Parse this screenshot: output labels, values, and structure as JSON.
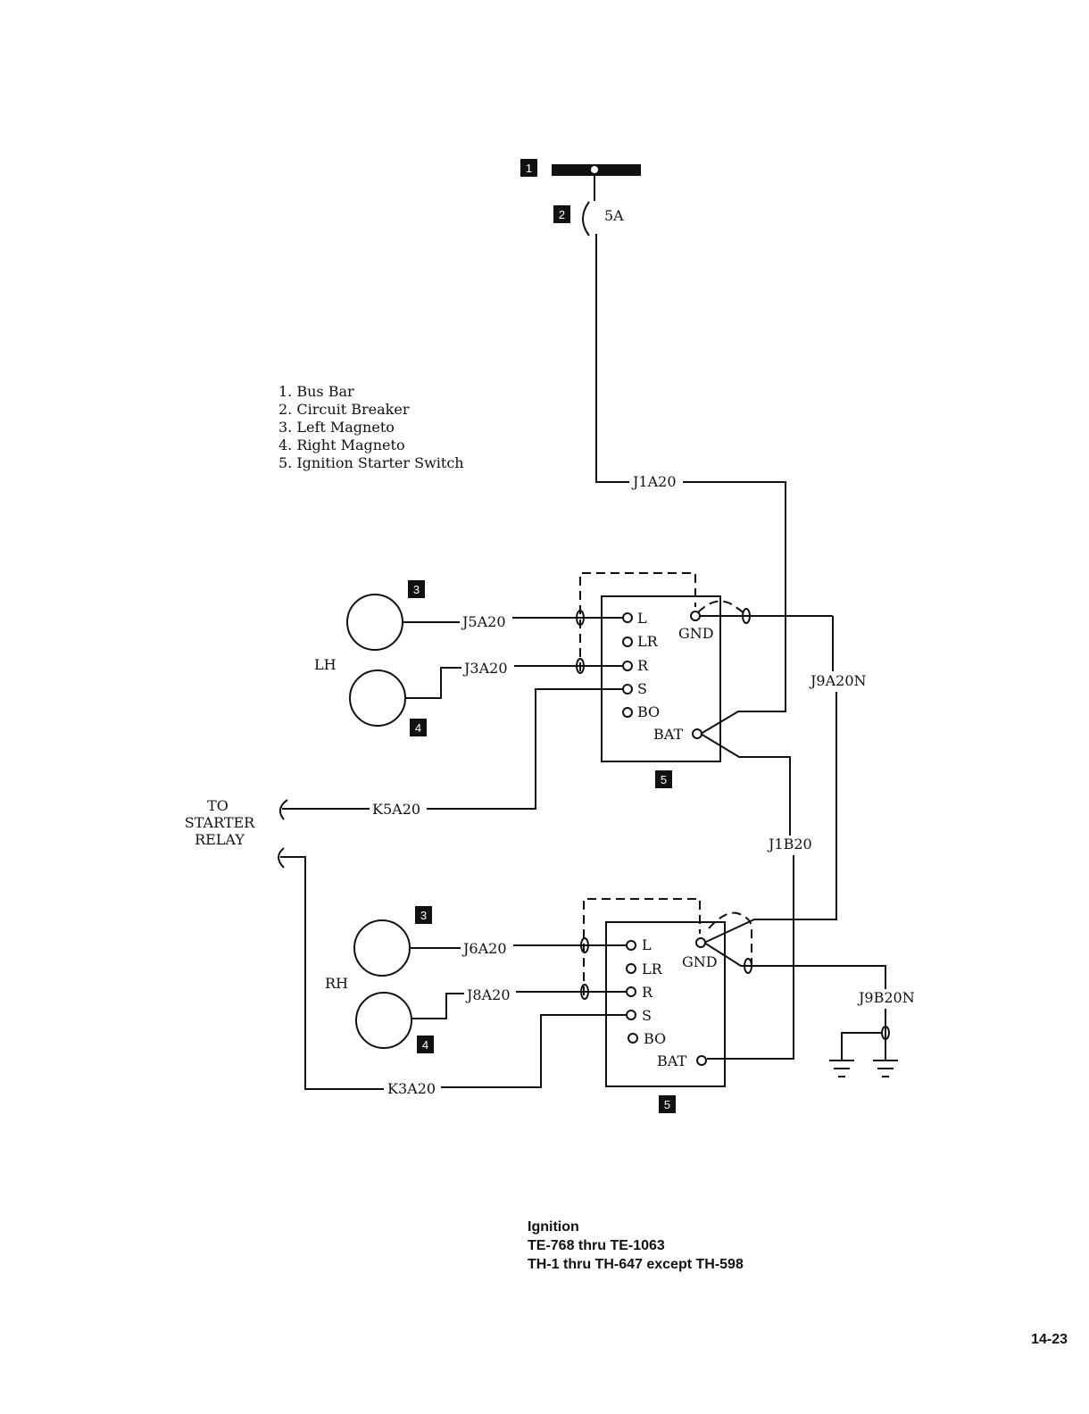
{
  "legend": {
    "items": [
      "1. Bus Bar",
      "2. Circuit Breaker",
      "3. Left Magneto",
      "4. Right Magneto",
      "5. Ignition Starter Switch"
    ]
  },
  "callouts": {
    "bus_bar": "1",
    "circuit_breaker": "2",
    "left_magneto_lh": "3",
    "right_magneto_lh": "4",
    "switch_lh": "5",
    "left_magneto_rh": "3",
    "right_magneto_rh": "4",
    "switch_rh": "5"
  },
  "breaker_rating": "5A",
  "wires": {
    "j1a20": "J1A20",
    "j5a20": "J5A20",
    "j3a20": "J3A20",
    "j9a20n": "J9A20N",
    "k5a20": "K5A20",
    "j1b20": "J1B20",
    "j6a20": "J6A20",
    "j8a20": "J8A20",
    "j9b20n": "J9B20N",
    "k3a20": "K3A20"
  },
  "group_labels": {
    "lh": "LH",
    "rh": "RH"
  },
  "starter_relay": [
    "TO",
    "STARTER",
    "RELAY"
  ],
  "switch_terminals": {
    "l": "L",
    "lr": "LR",
    "r": "R",
    "s": "S",
    "bo": "BO",
    "gnd": "GND",
    "bat": "BAT"
  },
  "caption": {
    "title": "Ignition",
    "line2": "TE-768 thru TE-1063",
    "line3": "TH-1 thru TH-647 except TH-598"
  },
  "page_number": "14-23"
}
